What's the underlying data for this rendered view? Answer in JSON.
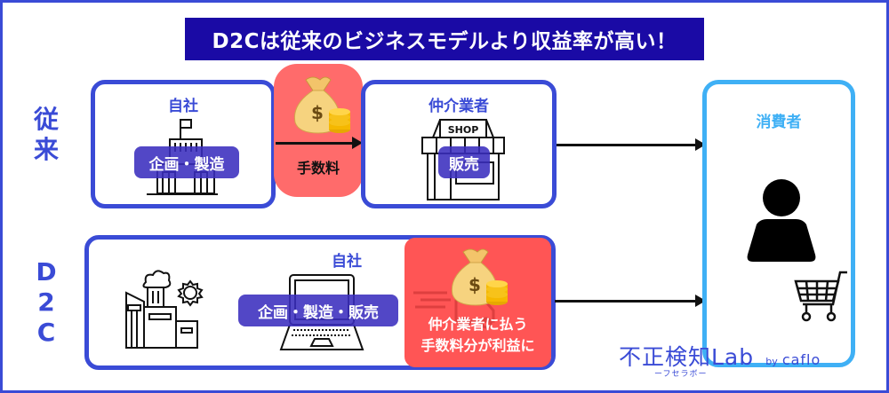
{
  "title": "D2Cは従来のビジネスモデルより収益率が高い！",
  "colors": {
    "frame": "#3a4bd6",
    "banner": "#1a0aa5",
    "accent_blue": "#3a4bd6",
    "consumer_blue": "#3fb0f5",
    "fee_red": "#ff6b6b",
    "profit_red": "#ff5555",
    "pill_purple": "#3a2ebe"
  },
  "traditional": {
    "row_label": [
      "従",
      "来"
    ],
    "company": {
      "title": "自社",
      "role": "企画・製造",
      "icon": "building-icon"
    },
    "fee": {
      "label": "手数料",
      "icon": "money-bag-icon"
    },
    "intermediary": {
      "title": "仲介業者",
      "role": "販売",
      "shop_sign": "SHOP",
      "icon": "shop-icon"
    }
  },
  "d2c": {
    "row_label": [
      "D",
      "2",
      "C"
    ],
    "company": {
      "title": "自社",
      "role": "企画・製造・販売",
      "icons": [
        "factory-icon",
        "laptop-icon"
      ]
    },
    "profit": {
      "line1": "仲介業者に払う",
      "line2": "手数料分が利益に",
      "icon": "money-bag-icon"
    }
  },
  "consumer": {
    "title": "消費者",
    "icons": [
      "person-icon",
      "shopping-cart-icon"
    ]
  },
  "logo": {
    "main": "不正検知Lab",
    "by": "by",
    "brand": "caflo",
    "sub": "ーフセラボー"
  }
}
